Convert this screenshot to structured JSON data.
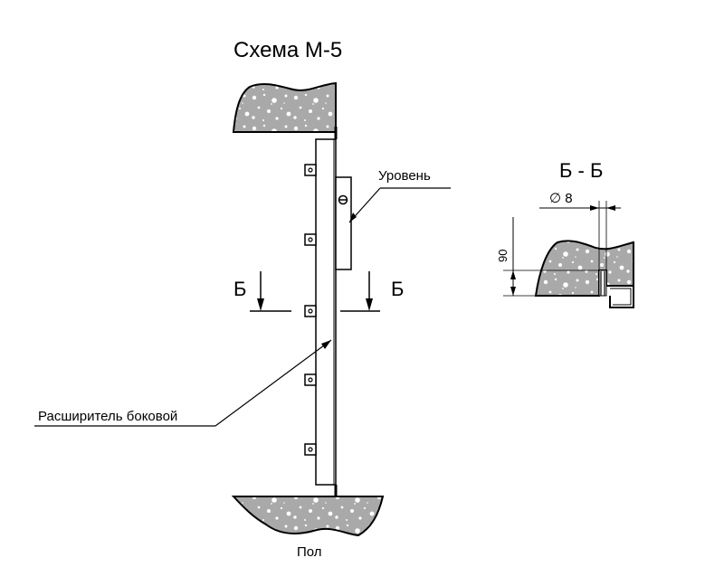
{
  "diagram": {
    "title": "Схема М-5",
    "labels": {
      "level": "Уровень",
      "side_extender": "Расширитель боковой",
      "floor": "Пол",
      "section_left": "Б",
      "section_right": "Б",
      "section_title": "Б - Б",
      "diameter": "∅ 8",
      "height_dim": "90"
    },
    "colors": {
      "line": "#000000",
      "concrete_fill": "#a9a9a9",
      "concrete_speck": "#ffffff",
      "background": "#ffffff"
    }
  }
}
